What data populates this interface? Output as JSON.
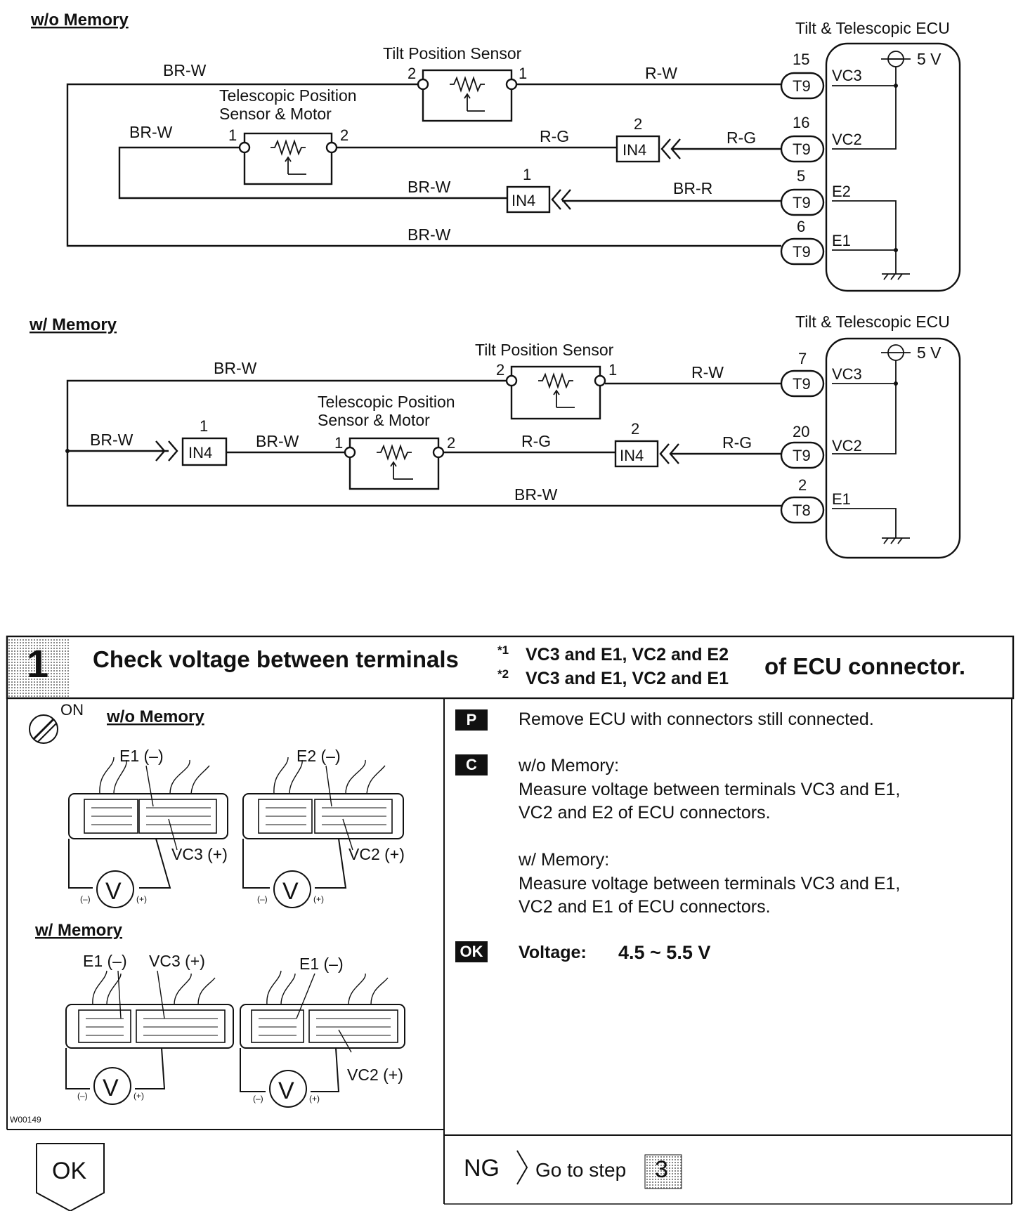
{
  "diagram": {
    "without_memory": {
      "header": "w/o Memory",
      "ecu_title": "Tilt & Telescopic ECU",
      "supply": "5 V",
      "tilt_sensor": "Tilt Position Sensor",
      "tele_sensor_line1": "Telescopic Position",
      "tele_sensor_line2": "Sensor & Motor",
      "wire_br_w": "BR-W",
      "wire_r_w": "R-W",
      "wire_r_g": "R-G",
      "wire_br_r": "BR-R",
      "junction": "IN4",
      "pin_1": "1",
      "pin_2": "2",
      "ecu_pins": [
        {
          "num": "15",
          "conn": "T9",
          "term": "VC3"
        },
        {
          "num": "16",
          "conn": "T9",
          "term": "VC2"
        },
        {
          "num": "5",
          "conn": "T9",
          "term": "E2"
        },
        {
          "num": "6",
          "conn": "T9",
          "term": "E1"
        }
      ]
    },
    "with_memory": {
      "header": "w/ Memory",
      "ecu_title": "Tilt & Telescopic ECU",
      "supply": "5 V",
      "tilt_sensor": "Tilt Position Sensor",
      "tele_sensor_line1": "Telescopic Position",
      "tele_sensor_line2": "Sensor & Motor",
      "wire_br_w": "BR-W",
      "wire_r_w": "R-W",
      "wire_r_g": "R-G",
      "junction": "IN4",
      "pin_1": "1",
      "pin_2": "2",
      "ecu_pins": [
        {
          "num": "7",
          "conn": "T9",
          "term": "VC3"
        },
        {
          "num": "20",
          "conn": "T9",
          "term": "VC2"
        },
        {
          "num": "2",
          "conn": "T8",
          "term": "E1"
        }
      ]
    }
  },
  "step": {
    "number": "1",
    "title": "Check voltage between terminals",
    "option1_mark": "*1",
    "option1": "VC3 and E1, VC2 and E2",
    "option2_mark": "*2",
    "option2": "VC3 and E1, VC2 and E1",
    "title_tail": "of ECU connector.",
    "ignition": "ON",
    "illus_wo": "w/o Memory",
    "illus_w": "w/ Memory",
    "lbl_e1_neg": "E1 (–)",
    "lbl_e2_neg": "E2 (–)",
    "lbl_vc3_pos": "VC3 (+)",
    "lbl_vc2_pos": "VC2 (+)",
    "meter": "V",
    "neg": "(–)",
    "pos": "(+)",
    "figure_code": "W00149",
    "badge_p": "P",
    "badge_c": "C",
    "badge_ok": "OK",
    "prep": "Remove ECU with connectors still connected.",
    "check_wo_title": "w/o Memory:",
    "check_wo": "Measure voltage between terminals VC3 and E1,\nVC2 and E2 of ECU connectors.",
    "check_w_title": "w/ Memory:",
    "check_w": "Measure voltage between terminals VC3 and E1,\nVC2 and E1 of ECU connectors.",
    "ok_label": "Voltage:",
    "ok_value": "4.5 ~ 5.5 V",
    "result_ok": "OK",
    "result_ng": "NG",
    "go_to": "Go to step",
    "go_step": "3"
  }
}
